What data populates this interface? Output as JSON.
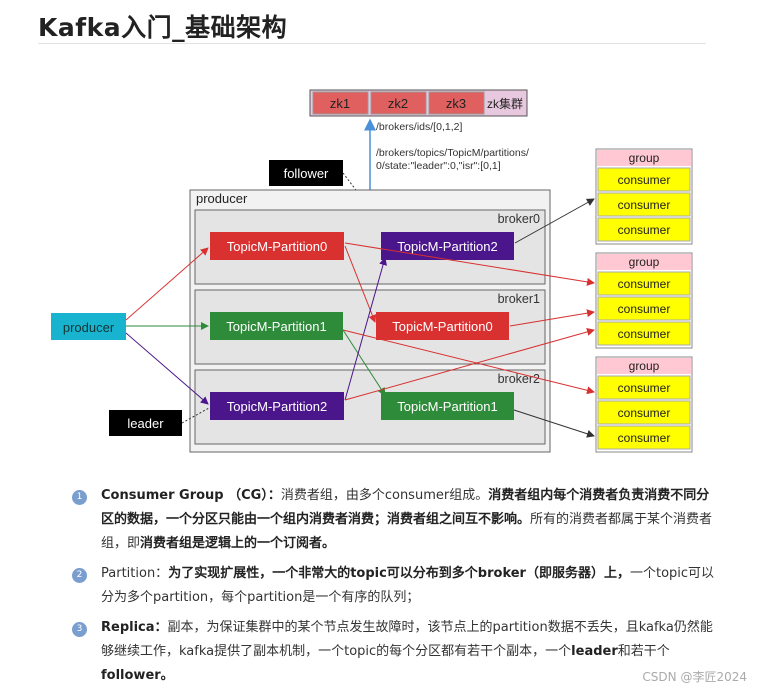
{
  "page": {
    "title": "Kafka入门_基础架构"
  },
  "diagram": {
    "zk": [
      "zk1",
      "zk2",
      "zk3"
    ],
    "zk_cluster_label": "zk集群",
    "zk_path_ids": "/brokers/ids/[0,1,2]",
    "zk_path_partition_line1": "/brokers/topics/TopicM/partitions/",
    "zk_path_partition_line2": "0/state:\"leader\":0,\"isr\":[0,1]",
    "follower_label": "follower",
    "leader_label": "leader",
    "cluster_label": "producer",
    "producer_label": "producer",
    "brokers": [
      "broker0",
      "broker1",
      "broker2"
    ],
    "partitions": {
      "b0_leader": "TopicM-Partition0",
      "b0_follower": "TopicM-Partition2",
      "b1_leader": "TopicM-Partition1",
      "b1_follower": "TopicM-Partition0",
      "b2_leader": "TopicM-Partition2",
      "b2_follower": "TopicM-Partition1"
    },
    "group_label": "group",
    "consumer_label": "consumer",
    "colors": {
      "leader_red": "#d93030",
      "follower_green": "#2e8b3a",
      "partition_purple": "#4b168c",
      "producer_cyan": "#18b4cf",
      "zk_pink": "#e8c8de",
      "zk_red": "#e06060",
      "consumer_yellow": "#ffff00",
      "group_pink": "#ffc8d2",
      "broker_gray": "#e4e4e4"
    }
  },
  "notes": [
    {
      "num": "1",
      "parts": [
        {
          "b": true,
          "t": "Consumer Group （CG）："
        },
        {
          "b": false,
          "t": "消费者组，由多个consumer组成。"
        },
        {
          "b": true,
          "t": "消费者组内每个消费者负责消费不同分区的数据，一个分区只能由一个组内消费者消费；消费者组之间互不影响。"
        },
        {
          "b": false,
          "t": "所有的消费者都属于某个消费者组，即"
        },
        {
          "b": true,
          "t": "消费者组是逻辑上的一个订阅者。"
        }
      ]
    },
    {
      "num": "2",
      "parts": [
        {
          "b": false,
          "t": "Partition："
        },
        {
          "b": true,
          "t": "为了实现扩展性，一个非常大的topic可以分布到多个broker（即服务器）上，"
        },
        {
          "b": false,
          "t": "一个topic可以分为多个partition，每个partition是一个有序的队列；"
        }
      ]
    },
    {
      "num": "3",
      "parts": [
        {
          "b": true,
          "t": "Replica："
        },
        {
          "b": false,
          "t": "副本，为保证集群中的某个节点发生故障时，该节点上的partition数据不丢失，且kafka仍然能够继续工作，kafka提供了副本机制，一个topic的每个分区都有若干个副本，一个"
        },
        {
          "b": true,
          "t": "leader"
        },
        {
          "b": false,
          "t": "和若干个"
        },
        {
          "b": true,
          "t": "follower。"
        }
      ]
    }
  ],
  "watermark": "CSDN @李匠2024"
}
